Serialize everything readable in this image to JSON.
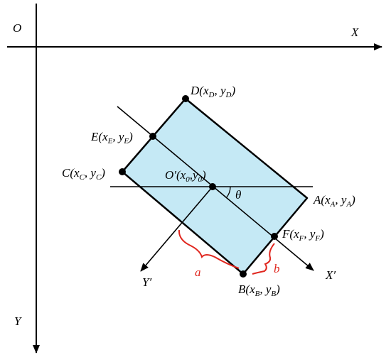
{
  "labels": {
    "origin": "O",
    "axis_x": "X",
    "axis_y": "Y",
    "axis_xp": "X′",
    "axis_yp": "Y′",
    "angle": "θ",
    "side_a": "a",
    "side_b": "b"
  },
  "points": {
    "A": {
      "name": "A",
      "x": "x",
      "xs": "A",
      "y": "y",
      "ys": "A"
    },
    "B": {
      "name": "B",
      "x": "x",
      "xs": "B",
      "y": "y",
      "ys": "B"
    },
    "C": {
      "name": "C",
      "x": "x",
      "xs": "C",
      "y": "y",
      "ys": "C"
    },
    "D": {
      "name": "D",
      "x": "x",
      "xs": "D",
      "y": "y",
      "ys": "D"
    },
    "E": {
      "name": "E",
      "x": "x",
      "xs": "E",
      "y": "y",
      "ys": "E"
    },
    "F": {
      "name": "F",
      "x": "x",
      "xs": "F",
      "y": "y",
      "ys": "F"
    },
    "O": {
      "name": "O′",
      "x": "x",
      "xs": "0",
      "y": "y",
      "ys": "0"
    }
  },
  "colors": {
    "fill": "#c5e9f5",
    "stroke": "#000000",
    "accent": "#e0261e"
  }
}
